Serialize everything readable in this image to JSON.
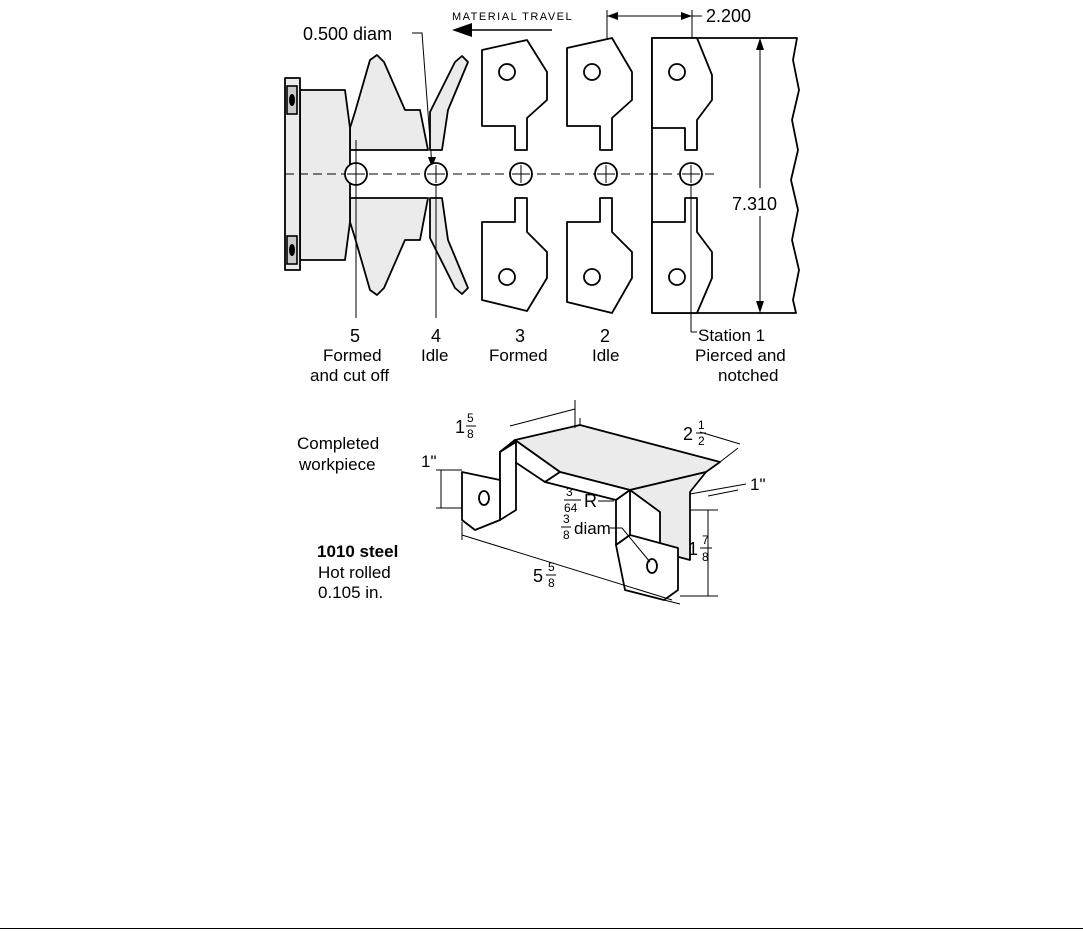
{
  "strip": {
    "material_travel": "MATERIAL TRAVEL",
    "pitch_dim": "2.200",
    "width_dim": "7.310",
    "hole_callout": "0.500 diam",
    "stations": [
      {
        "number": "5",
        "line1": "Formed",
        "line2": "and cut off"
      },
      {
        "number": "4",
        "line1": "Idle",
        "line2": ""
      },
      {
        "number": "3",
        "line1": "Formed",
        "line2": ""
      },
      {
        "number": "2",
        "line1": "Idle",
        "line2": ""
      },
      {
        "number": "",
        "line1": "Station 1",
        "line2": "Pierced and",
        "line3": "notched"
      }
    ]
  },
  "workpiece": {
    "caption_line1": "Completed",
    "caption_line2": "workpiece",
    "material_line1": "1010 steel",
    "material_line2": "Hot rolled",
    "material_line3": "0.105 in.",
    "dim_top_whole": "1",
    "dim_top_num": "5",
    "dim_top_den": "8",
    "dim_depth_whole": "2",
    "dim_depth_num": "1",
    "dim_depth_den": "2",
    "dim_left_tab": "1\"",
    "dim_right_tab": "1\"",
    "radius_num": "3",
    "radius_den": "64",
    "radius_suffix": "R",
    "hole_num": "3",
    "hole_den": "8",
    "hole_suffix": "diam",
    "dim_length_whole": "5",
    "dim_length_num": "5",
    "dim_length_den": "8",
    "dim_height_whole": "1",
    "dim_height_num": "7",
    "dim_height_den": "8"
  }
}
